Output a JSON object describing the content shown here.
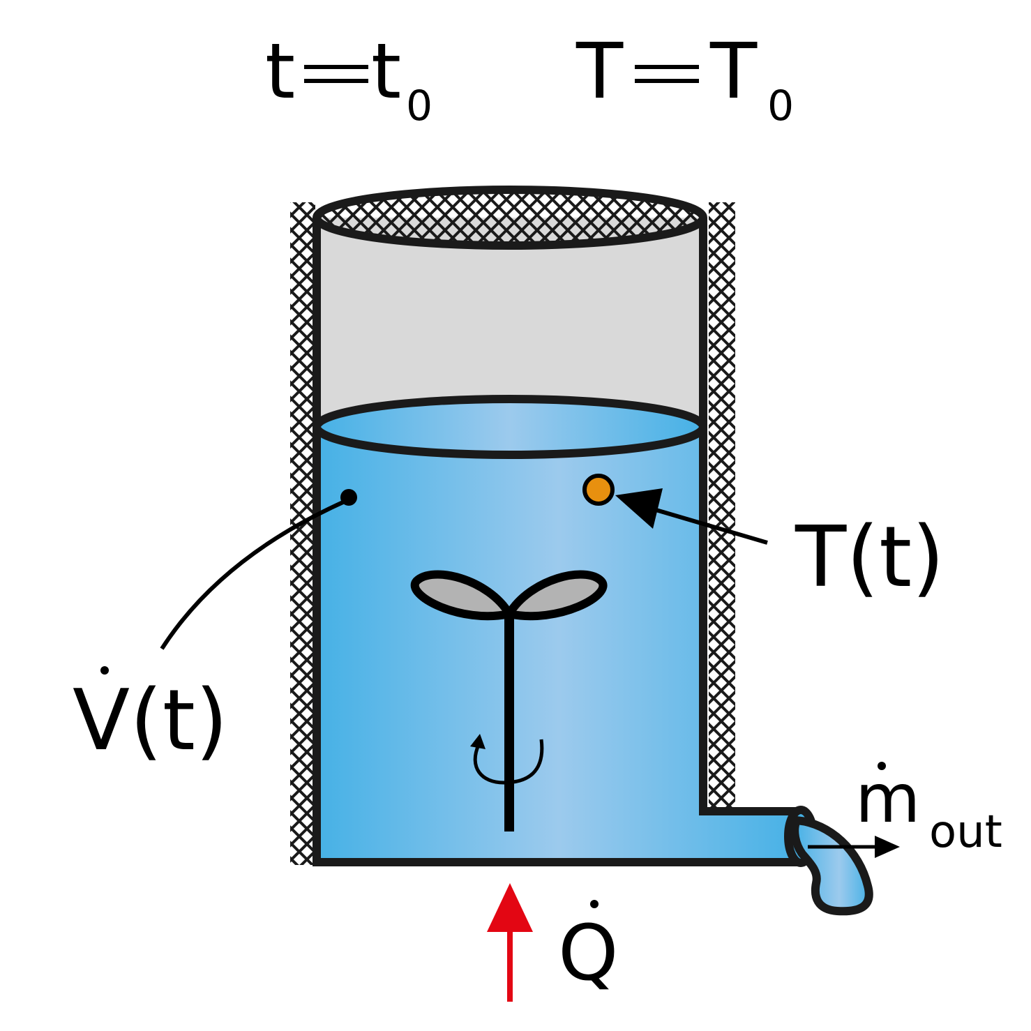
{
  "labels": {
    "time_main": "t",
    "time_eq": "=",
    "time_ref": "t",
    "time_ref_sub": "0",
    "temp_main": "T",
    "temp_eq": "=",
    "temp_ref": "T",
    "temp_ref_sub": "0",
    "temperature_var": "T(t)",
    "volume_flow_var": "V(t)",
    "mass_flow": "m",
    "mass_flow_sub": "out",
    "heat_flow": "Q"
  },
  "colors": {
    "water_edge": "#46b1e6",
    "water_center": "#9ccaed",
    "empty_space": "#d9d9d9",
    "heat_arrow": "#e30613",
    "sensor": "#e8900f",
    "blade": "#b3b3b3",
    "outline": "#1a1a1a"
  },
  "icons": {
    "insulation": "crosshatch-pattern",
    "stirrer": "impeller-icon",
    "rotation": "rotation-arrow-icon",
    "sensor": "temperature-sensor-dot"
  }
}
